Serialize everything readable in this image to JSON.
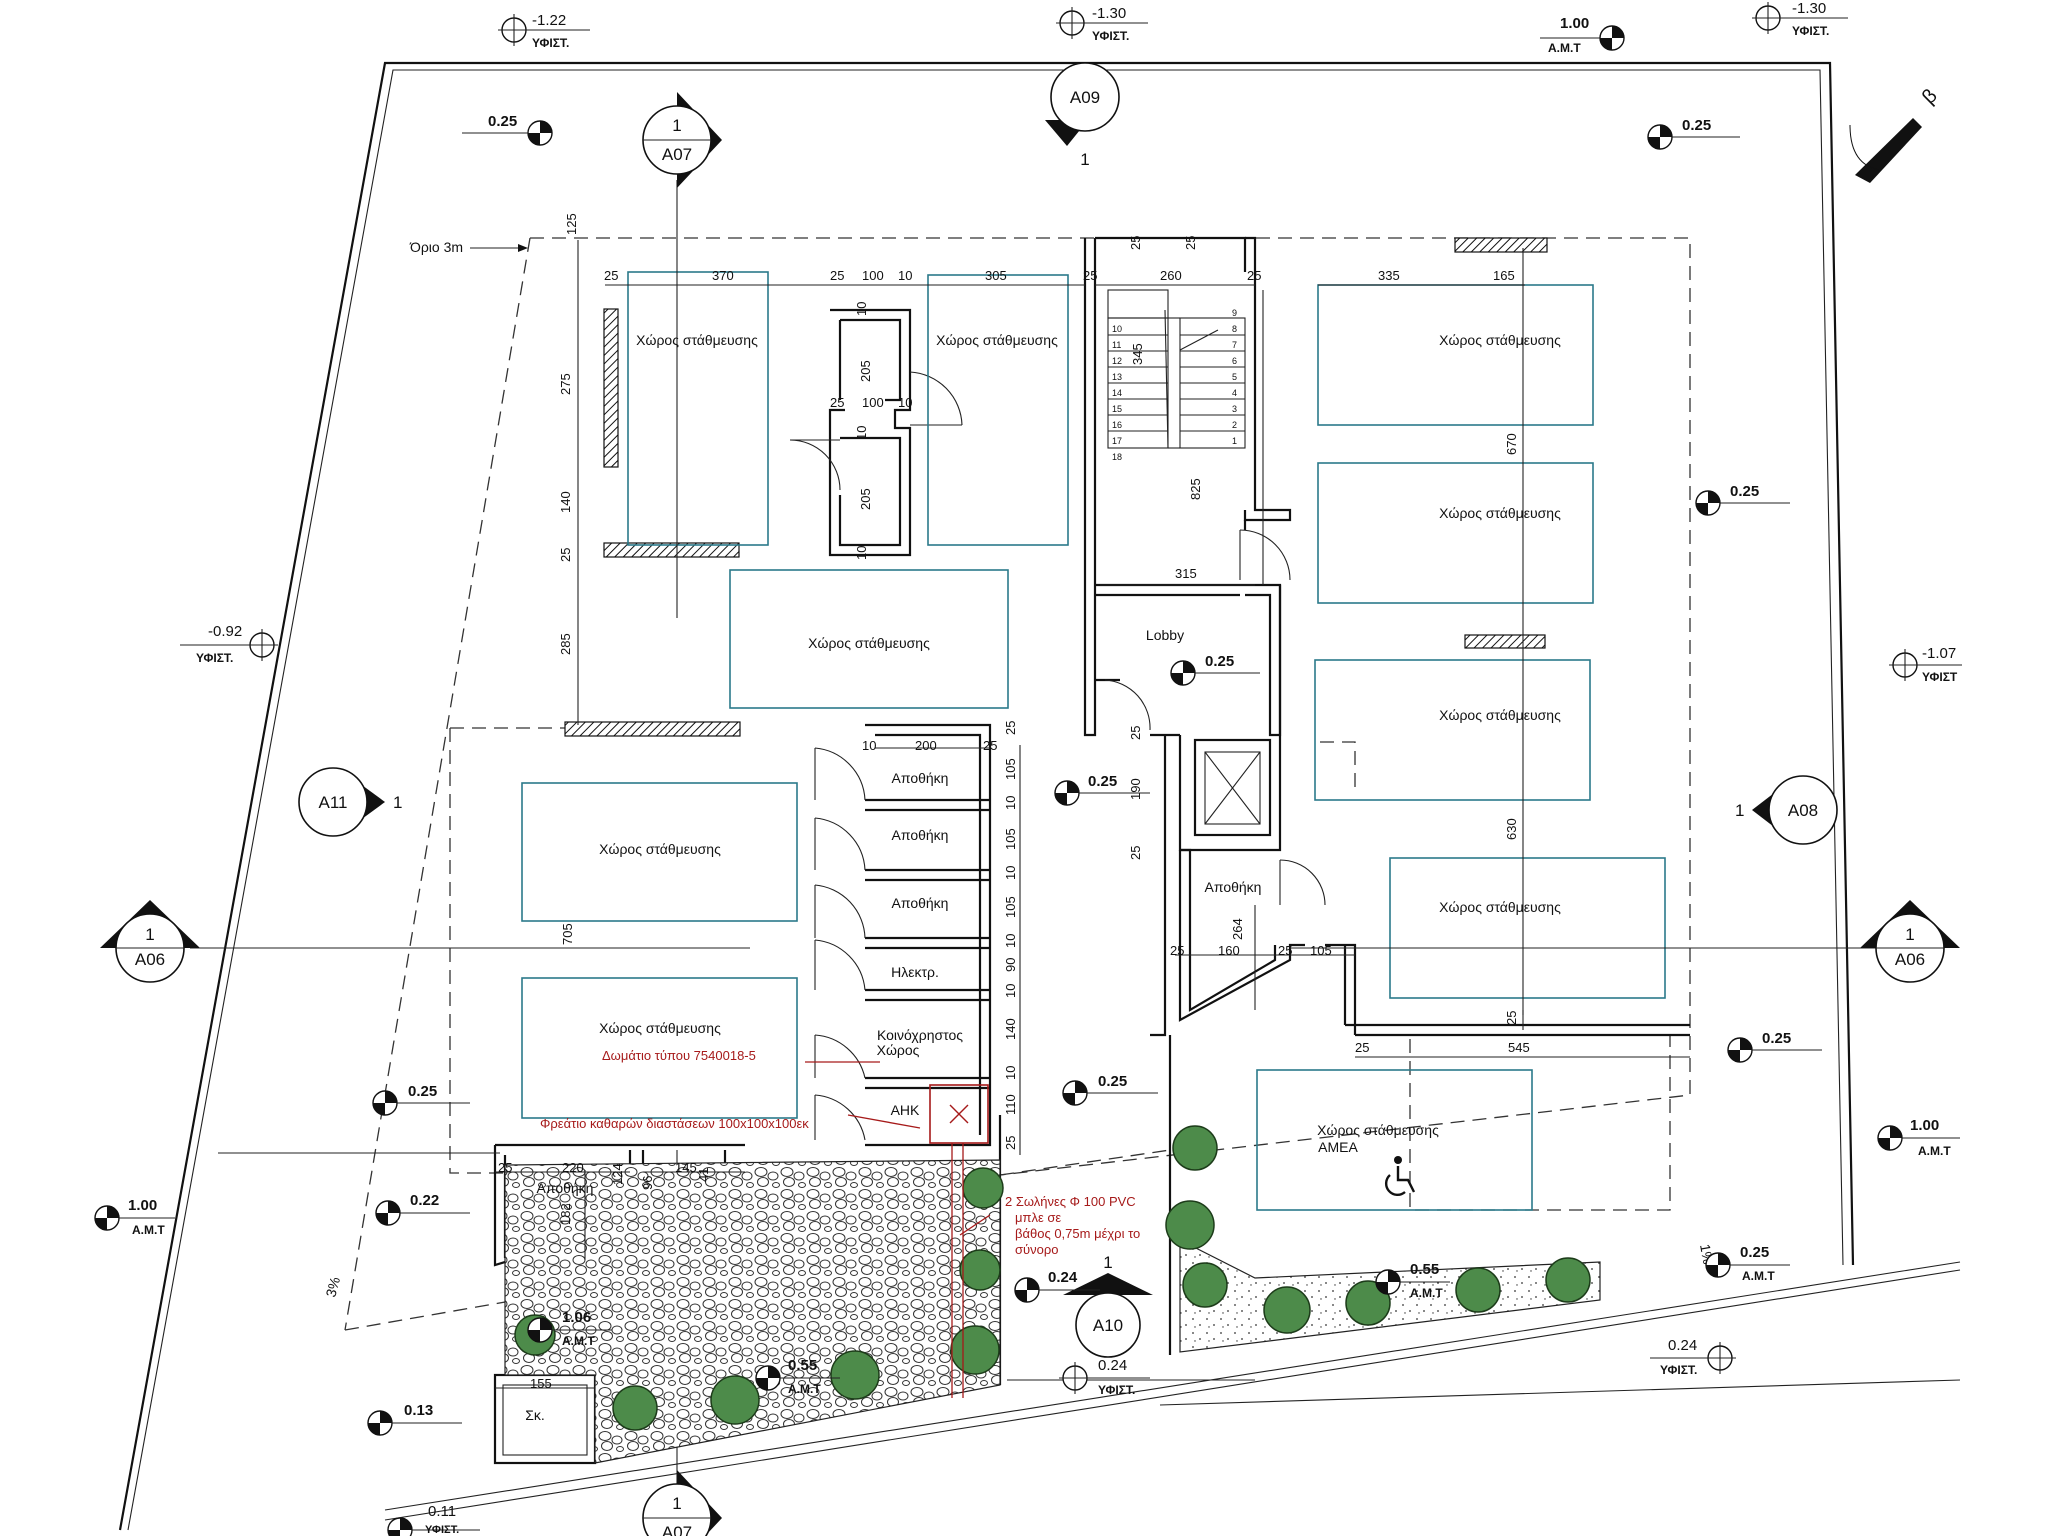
{
  "levels": {
    "top_122": {
      "value": "-1.22",
      "sub": "ΥΦΙΣΤ."
    },
    "top_130a": {
      "value": "-1.30",
      "sub": "ΥΦΙΣΤ."
    },
    "top_100": {
      "value": "1.00",
      "sub": "Α.Μ.Τ"
    },
    "top_130b": {
      "value": "-1.30",
      "sub": "ΥΦΙΣΤ."
    },
    "l_025_tl": {
      "value": "0.25"
    },
    "l_025_tr": {
      "value": "0.25"
    },
    "l_025_r1": {
      "value": "0.25"
    },
    "l_092": {
      "value": "-0.92",
      "sub": "ΥΦΙΣΤ."
    },
    "l_107": {
      "value": "-1.07",
      "sub": "ΥΦΙΣΤ"
    },
    "l_025_lobby": {
      "value": "0.25"
    },
    "l_025_mid": {
      "value": "0.25"
    },
    "l_025_mid2": {
      "value": "0.25"
    },
    "l_025_r2": {
      "value": "0.25"
    },
    "l_025_left": {
      "value": "0.25"
    },
    "l_100_right": {
      "value": "1.00",
      "sub": "Α.Μ.Τ"
    },
    "l_100_left": {
      "value": "1.00",
      "sub": "Α.Μ.Τ"
    },
    "l_022": {
      "value": "0.22"
    },
    "l_024": {
      "value": "0.24"
    },
    "l_055a": {
      "value": "0.55",
      "sub": "Α.Μ.Τ"
    },
    "l_025_amt": {
      "value": "0.25",
      "sub": "Α.Μ.Τ"
    },
    "l_106": {
      "value": "1.06",
      "sub": "Α.Μ.Τ"
    },
    "l_055b": {
      "value": "0.55",
      "sub": "Α.Μ.Τ"
    },
    "l_024_yf": {
      "value": "0.24",
      "sub": "ΥΦΙΣΤ."
    },
    "l_024_yf2": {
      "value": "0.24",
      "sub": "ΥΦΙΣΤ."
    },
    "l_013": {
      "value": "0.13"
    },
    "l_011": {
      "value": "0.11",
      "sub": "ΥΦΙΣΤ."
    }
  },
  "section_tags": {
    "a07_top": {
      "num": "1",
      "name": "A07"
    },
    "a09": {
      "name": "A09",
      "num": "1"
    },
    "a11": {
      "name": "A11",
      "num": "1"
    },
    "a08": {
      "name": "A08",
      "num": "1"
    },
    "a06_left": {
      "num": "1",
      "name": "A06"
    },
    "a06_right": {
      "num": "1",
      "name": "A06"
    },
    "a10": {
      "num": "1",
      "name": "A10"
    },
    "a07_bottom": {
      "num": "1",
      "name": "A07"
    }
  },
  "labels": {
    "orio": "Όριο 3m",
    "parking": "Χώρος στάθμευσης",
    "parking_amea_1": "Χώρος στάθμευσης",
    "parking_amea_2": "ΑΜΕΑ",
    "lobby": "Lobby",
    "storage": "Αποθήκη",
    "electrical": "Ηλεκτρ.",
    "common_1": "Κοινόχρηστος",
    "common_2": "Χώρος",
    "ahk": "ΑΗΚ",
    "sk": "Σκ.",
    "slope": "3%",
    "slope2": "1%"
  },
  "notes": {
    "room_type": "Δωμάτιο τύπου 7540018-5",
    "manhole": "Φρεάτιο καθαρών διαστάσεων 100x100x100εκ",
    "pipes_1": "2 Σωλήνες Φ 100 PVC",
    "pipes_2": "μπλε σε",
    "pipes_3": "βάθος 0,75m μέχρι το",
    "pipes_4": "σύνορο"
  },
  "dims": {
    "d125": "125",
    "d25a": "25",
    "d370": "370",
    "d25b": "25",
    "d100a": "100",
    "d10a": "10",
    "d305": "305",
    "d25c": "25",
    "d25d": "25",
    "d25e": "25",
    "d260": "260",
    "d25f": "25",
    "d335": "335",
    "d165": "165",
    "d275": "275",
    "d140": "140",
    "d25g": "25",
    "d285": "285",
    "d205a": "205",
    "d205b": "205",
    "d10b": "10",
    "d25h": "25",
    "d100b": "100",
    "d10c": "10",
    "d10d": "10",
    "d10e": "10",
    "d345": "345",
    "d825": "825",
    "d315": "315",
    "d670": "670",
    "d200": "200",
    "d10f": "10",
    "d25i": "25",
    "d105a": "105",
    "d10g": "10",
    "d105b": "105",
    "d10h": "10",
    "d105c": "105",
    "d10i": "10",
    "d90": "90",
    "d10j": "10",
    "d140b": "140",
    "d10k": "10",
    "d110": "110",
    "d25j": "25",
    "d25k": "25",
    "d190": "190",
    "d25l": "25",
    "d630": "630",
    "d264": "264",
    "d25m": "25",
    "d160": "160",
    "d25n": "25",
    "d105d": "105",
    "d705": "705",
    "d25o": "25",
    "d545": "545",
    "d25p": "25",
    "d25q": "25",
    "d220": "220",
    "d124": "124",
    "d96": "96",
    "d145": "145",
    "d41": "41",
    "d182": "182",
    "d25r": "25",
    "d155": "155",
    "stair_l": [
      "10",
      "11",
      "12",
      "13",
      "14",
      "15",
      "16",
      "17",
      "18"
    ],
    "stair_r": [
      "9",
      "8",
      "7",
      "6",
      "5",
      "4",
      "3",
      "2",
      "1"
    ]
  }
}
